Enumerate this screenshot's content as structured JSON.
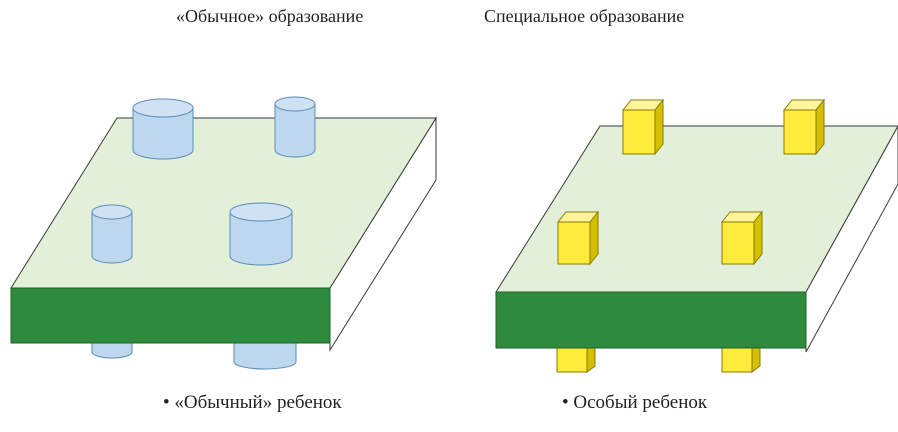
{
  "titles": {
    "left": "«Обычное» образование",
    "right": "Специальное образование"
  },
  "captions": {
    "left": "• «Обычный» ребенок",
    "right": "• Особый ребенок"
  },
  "colors": {
    "board_top": "#e2f0d9",
    "board_front": "#2e8b3e",
    "board_outline": "#3a3a3a",
    "cylinder_fill": "#bdd7ee",
    "cylinder_stroke": "#5b8db8",
    "block_fill": "#ffeb3b",
    "block_stroke": "#8a7a00"
  }
}
